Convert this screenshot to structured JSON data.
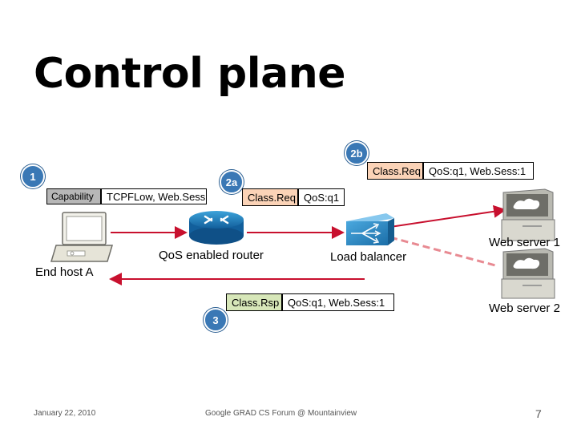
{
  "slide": {
    "title": "Control plane",
    "badges": {
      "b1": "1",
      "b2a": "2a",
      "b2b": "2b",
      "b3": "3"
    },
    "messages": {
      "capability": "Capability",
      "tcpflow": "TCPFLow, Web.Sess",
      "classreq_router": "Class.Req",
      "qos_router": "QoS:q1",
      "classreq_lb": "Class.Req",
      "qos_lb": "QoS:q1, Web.Sess:1",
      "classrsp": "Class.Rsp",
      "qos_rsp": "QoS:q1, Web.Sess:1"
    },
    "nodes": {
      "host": "End host A",
      "router": "QoS enabled router",
      "lb": "Load balancer",
      "ws1": "Web server 1",
      "ws2": "Web server 2"
    },
    "footer": {
      "date": "January 22, 2010",
      "event": "Google GRAD CS Forum @ Mountainview",
      "page": "7"
    }
  },
  "colors": {
    "arrow": "#c8102e",
    "dashed": "#e88a92",
    "badge": "#3a78b5",
    "router": "#1e86c0"
  }
}
